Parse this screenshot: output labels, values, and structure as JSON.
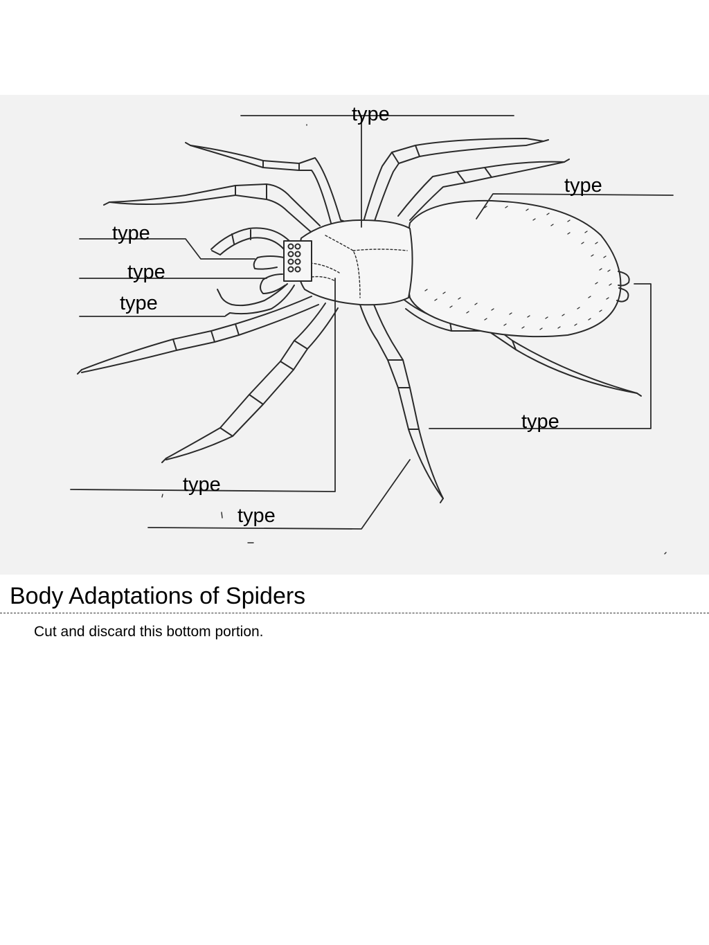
{
  "diagram": {
    "subject": "spider body diagram",
    "labels": [
      "type",
      "type",
      "type",
      "type",
      "type",
      "type",
      "type",
      "type"
    ]
  },
  "page": {
    "title": "Body Adaptations of Spiders",
    "cut_instruction": "Cut and discard this bottom portion."
  },
  "colors": {
    "panel_background": "#f2f2f2",
    "line_art": "#2a2a2a",
    "text": "#000000"
  }
}
